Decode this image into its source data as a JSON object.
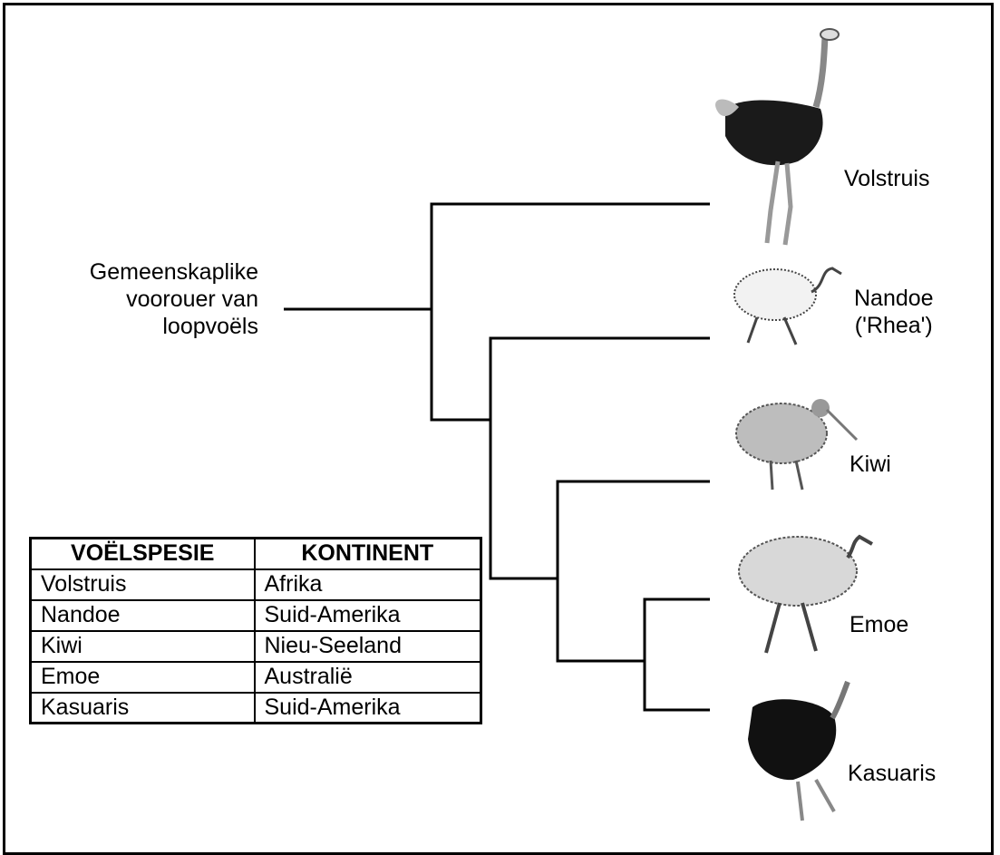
{
  "ancestor_label": [
    "Gemeenskaplike",
    "voorouer van",
    "loopvoëls"
  ],
  "species_labels": {
    "volstruis": "Volstruis",
    "nandoe": [
      "Nandoe",
      "('Rhea')"
    ],
    "kiwi": "Kiwi",
    "emoe": "Emoe",
    "kasuaris": "Kasuaris"
  },
  "table": {
    "headers": [
      "VOËLSPESIE",
      "KONTINENT"
    ],
    "rows": [
      [
        "Volstruis",
        "Afrika"
      ],
      [
        "Nandoe",
        "Suid-Amerika"
      ],
      [
        "Kiwi",
        "Nieu-Seeland"
      ],
      [
        "Emoe",
        "Australië"
      ],
      [
        "Kasuaris",
        "Suid-Amerika"
      ]
    ]
  },
  "icons": [
    "ostrich-icon",
    "rhea-icon",
    "kiwi-icon",
    "emu-icon",
    "cassowary-icon"
  ]
}
